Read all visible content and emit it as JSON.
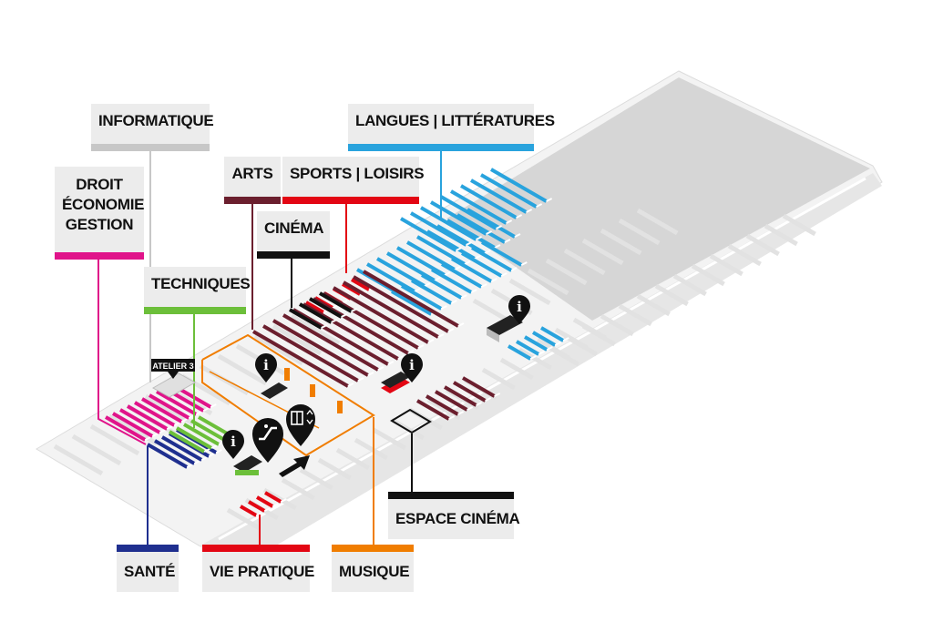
{
  "colors": {
    "informatique": "#c7c7c7",
    "langues": "#29a3dd",
    "droit": "#e0148a",
    "arts": "#6b1f2e",
    "sports": "#e30613",
    "cinema": "#111111",
    "techniques": "#6cbf3a",
    "sante": "#1f2f8f",
    "vie_pratique": "#e30613",
    "musique": "#f07d00",
    "espace_cinema": "#111111",
    "floor": "#f2f2f2",
    "reserved_area": "#d9d9d9"
  },
  "labels": {
    "informatique": "INFORMATIQUE",
    "langues": "LANGUES | LITTÉRATURES",
    "droit": [
      "DROIT",
      "ÉCONOMIE",
      "GESTION"
    ],
    "arts": "ARTS",
    "sports": "SPORTS | LOISIRS",
    "cinema": "CINÉMA",
    "techniques": "TECHNIQUES",
    "sante": "SANTÉ",
    "vie_pratique": "VIE PRATIQUE",
    "musique": "MUSIQUE",
    "espace_cinema": "ESPACE CINÉMA",
    "atelier": "ATELIER 3"
  },
  "icons": {
    "info": "info-icon",
    "escalator": "escalator-icon",
    "elevator": "elevator-icon",
    "entrance_arrow": "entrance-arrow-icon"
  }
}
